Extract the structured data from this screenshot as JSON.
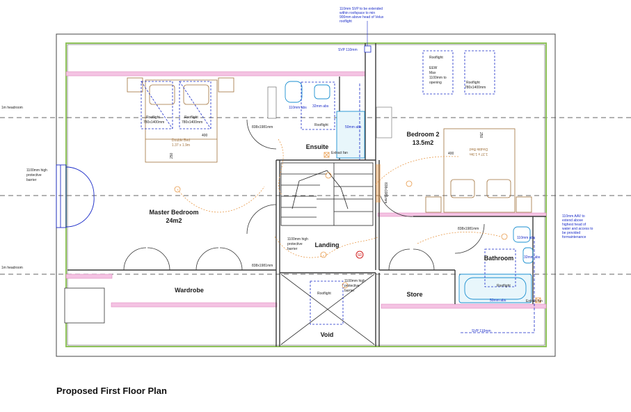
{
  "title": "Proposed First Floor Plan",
  "colors": {
    "wall": "#3a3a3a",
    "green": "#8fc35a",
    "pink": "#e08ac0",
    "blue": "#1a2bc8",
    "orange": "#e89a4a",
    "brown": "#a0703a"
  },
  "rooms": {
    "master": "Master Bedroom",
    "master_area": "24m2",
    "bed2": "Bedroom 2",
    "bed2_area": "13.5m2",
    "ensuite": "Ensuite",
    "landing": "Landing",
    "wardrobe": "Wardrobe",
    "store": "Store",
    "bathroom": "Bathroom",
    "void": "Void"
  },
  "notes": {
    "svp_top": [
      "110mm SVP to be extended",
      "within roofspace to min",
      "900mm above head of Velux",
      "rooflight"
    ],
    "svp_label": "SVP 110mm",
    "svp_bottom": "SVP 110mm",
    "headroom_top": "1m headroom",
    "headroom_bottom": "1m headroom",
    "barrier_left": [
      "1100mm high",
      "protective",
      "barrier"
    ],
    "barrier_landing": [
      "1100mm high",
      "protective",
      "barrier"
    ],
    "barrier_void": [
      "1100mm high",
      "protective",
      "barrier"
    ],
    "aav": [
      "110mm AAV to",
      "extend above",
      "highest head of",
      "water and access to",
      "be provided",
      "formaintenance"
    ],
    "eew": [
      "EEW",
      "Max",
      "1100mm to",
      "opening"
    ],
    "rooflight": "Rooflight",
    "rooflight_size": "780x1400mm",
    "bed_master": [
      "Double Bed",
      "1.37 x 1.9m"
    ],
    "bed_2": [
      "Double Bed",
      "1.37 x 1.9m"
    ],
    "dim_400": "400",
    "dim_250": "250",
    "door_size": "838x1981mm",
    "pipe_110": "110mm abs",
    "pipe_32": "32mm abs",
    "pipe_50": "50mm abs",
    "extract_fan": "Extract fan",
    "sd": "SD"
  }
}
